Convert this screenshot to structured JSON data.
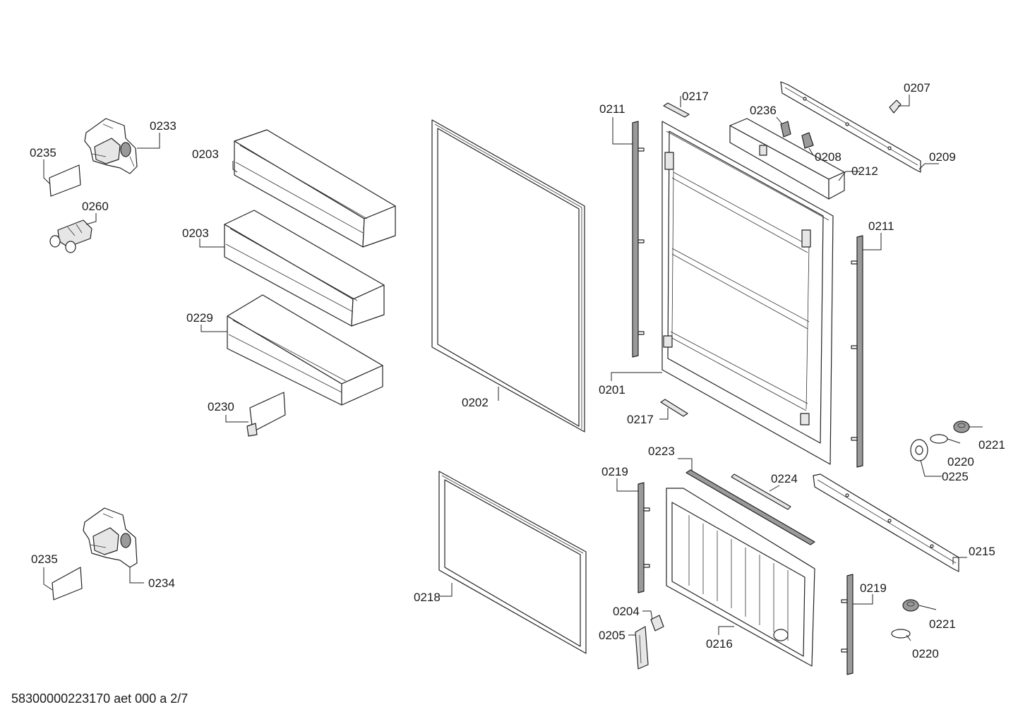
{
  "document_id": "58300000223170 aet 000 a 2/7",
  "callouts": {
    "c0233": "0233",
    "c0235a": "0235",
    "c0260": "0260",
    "c0203a": "0203",
    "c0203b": "0203",
    "c0229": "0229",
    "c0230": "0230",
    "c0235b": "0235",
    "c0234": "0234",
    "c0202": "0202",
    "c0218": "0218",
    "c0211a": "0211",
    "c0217a": "0217",
    "c0236": "0236",
    "c0208": "0208",
    "c0212": "0212",
    "c0207": "0207",
    "c0209": "0209",
    "c0211b": "0211",
    "c0201": "0201",
    "c0217b": "0217",
    "c0221a": "0221",
    "c0220a": "0220",
    "c0225": "0225",
    "c0223": "0223",
    "c0224": "0224",
    "c0219a": "0219",
    "c0215": "0215",
    "c0219b": "0219",
    "c0204": "0204",
    "c0205": "0205",
    "c0216": "0216",
    "c0221b": "0221",
    "c0220b": "0220"
  }
}
